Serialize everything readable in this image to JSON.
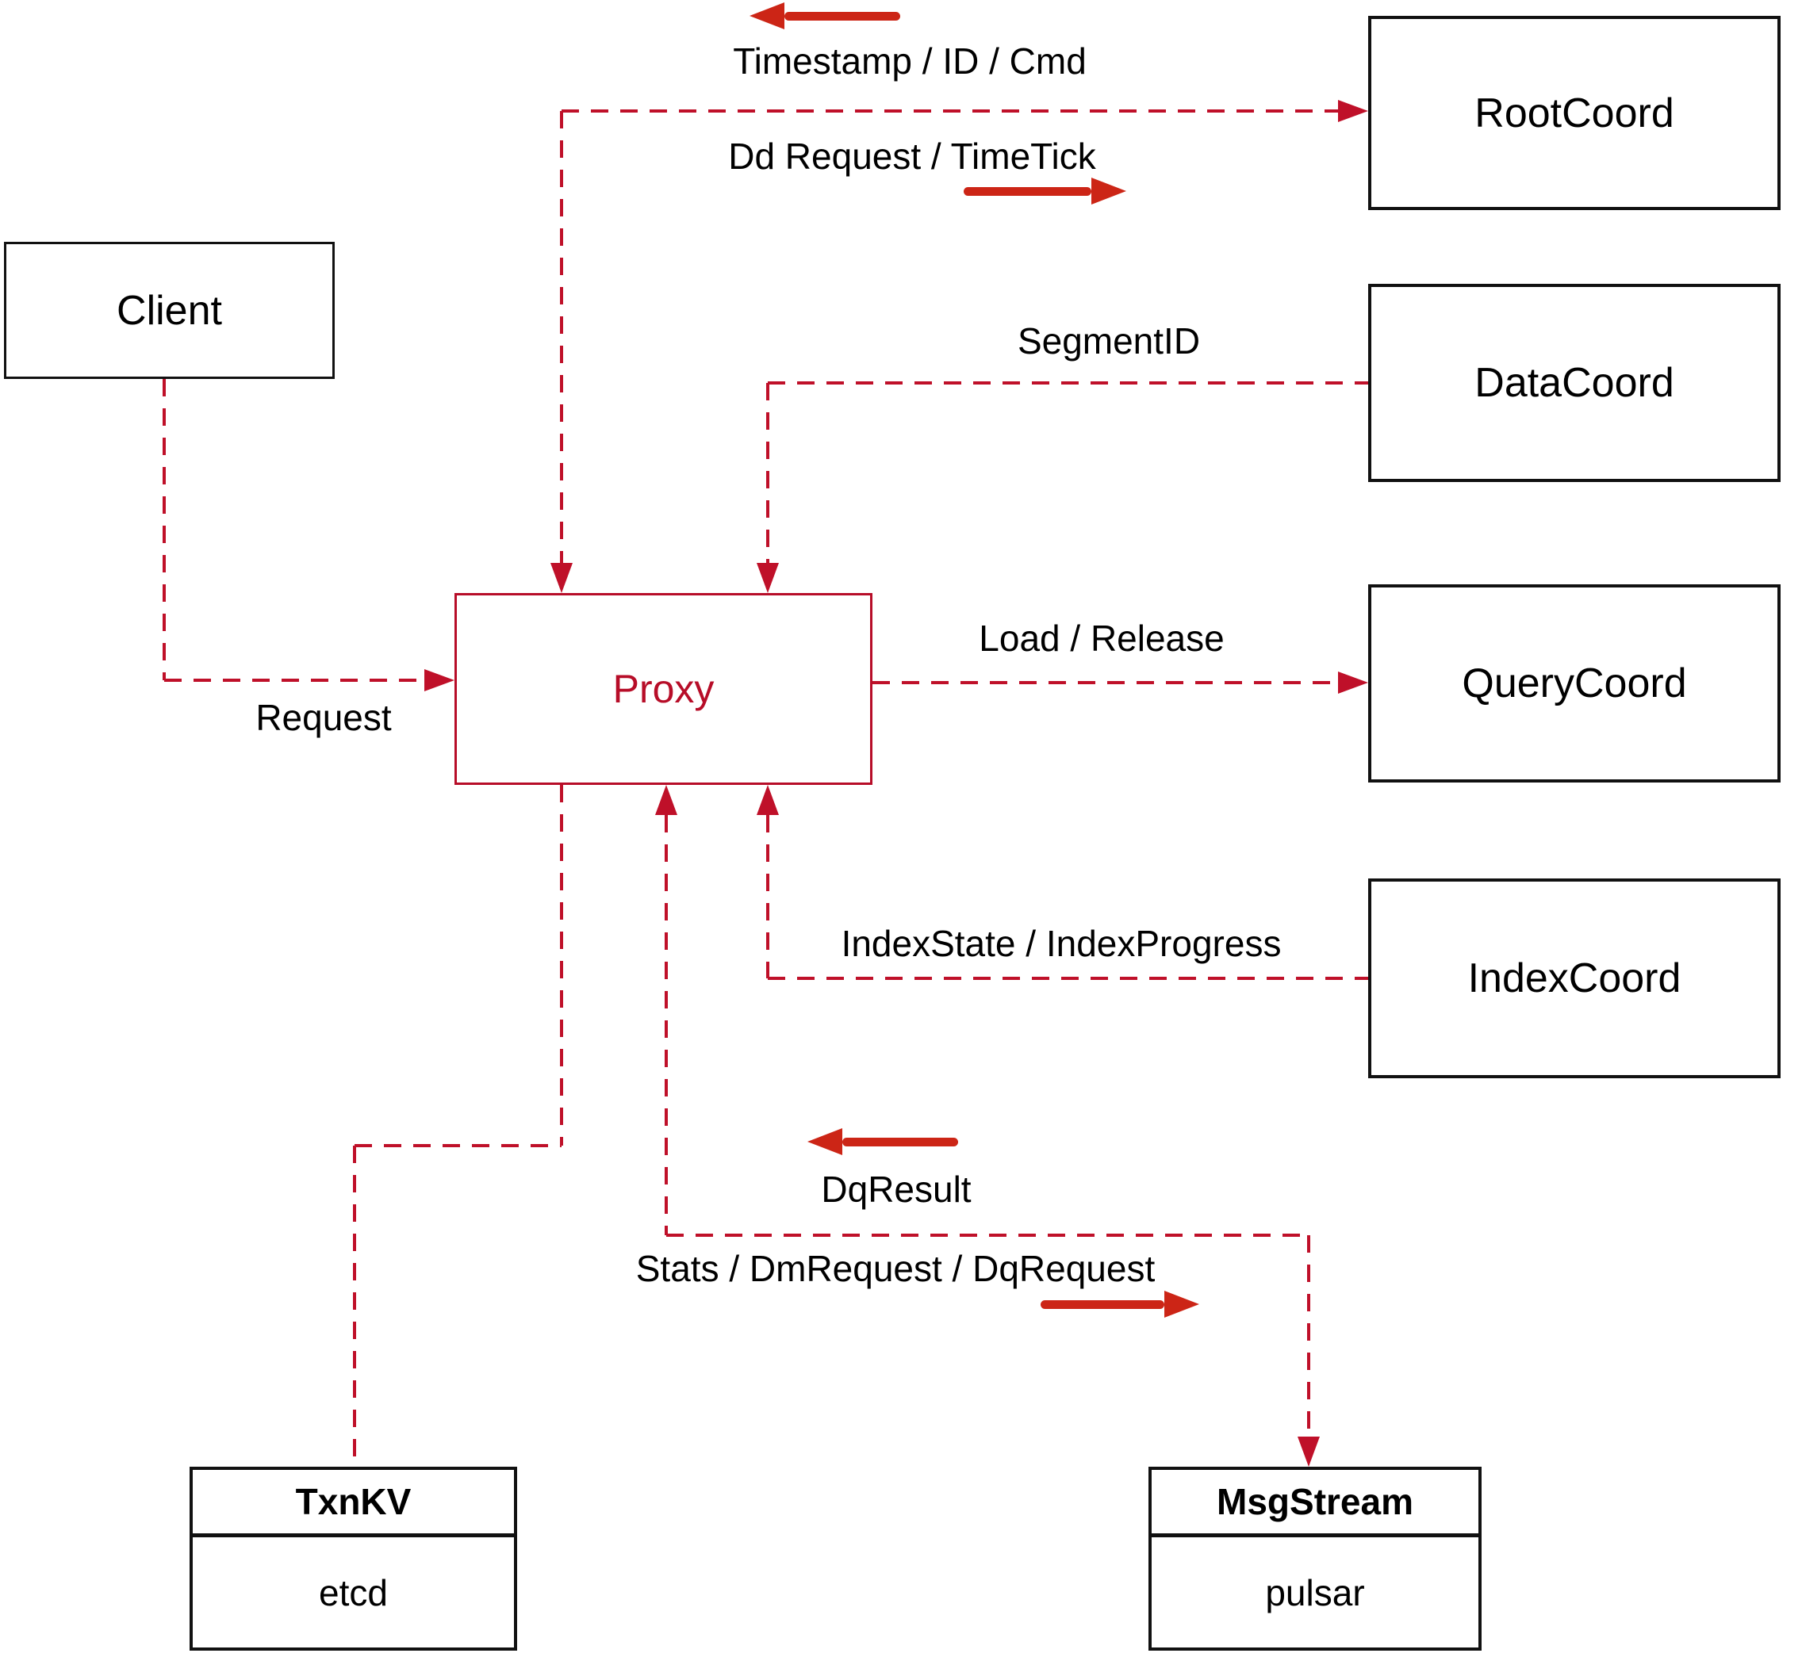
{
  "nodes": {
    "client": {
      "label": "Client"
    },
    "root_coord": {
      "label": "RootCoord"
    },
    "data_coord": {
      "label": "DataCoord"
    },
    "query_coord": {
      "label": "QueryCoord"
    },
    "index_coord": {
      "label": "IndexCoord"
    },
    "proxy": {
      "label": "Proxy"
    },
    "txn_kv": {
      "title": "TxnKV",
      "impl": "etcd"
    },
    "msg_stream": {
      "title": "MsgStream",
      "impl": "pulsar"
    }
  },
  "edges": {
    "timestamp_id_cmd": {
      "label": "Timestamp / ID / Cmd",
      "direction": "rootcoord-to-proxy"
    },
    "dd_request_timetick": {
      "label": "Dd Request / TimeTick",
      "direction": "proxy-to-rootcoord"
    },
    "segment_id": {
      "label": "SegmentID",
      "direction": "datacoord-to-proxy"
    },
    "request": {
      "label": "Request",
      "direction": "client-to-proxy"
    },
    "load_release": {
      "label": "Load / Release",
      "direction": "proxy-to-querycoord"
    },
    "index_state": {
      "label": "IndexState / IndexProgress",
      "direction": "indexcoord-to-proxy"
    },
    "dq_result": {
      "label": "DqResult",
      "direction": "msgstream-to-proxy"
    },
    "stats_dm_dq": {
      "label": "Stats / DmRequest / DqRequest",
      "direction": "proxy-to-msgstream"
    },
    "proxy_txnkv": {
      "label": "",
      "direction": "proxy-to-txnkv"
    }
  },
  "colors": {
    "connector": "#bf1029",
    "solid_arrow": "#cc2516",
    "proxy_accent": "#b70d28",
    "box_border": "#111111",
    "label_text": "#000000",
    "background": "#ffffff"
  }
}
